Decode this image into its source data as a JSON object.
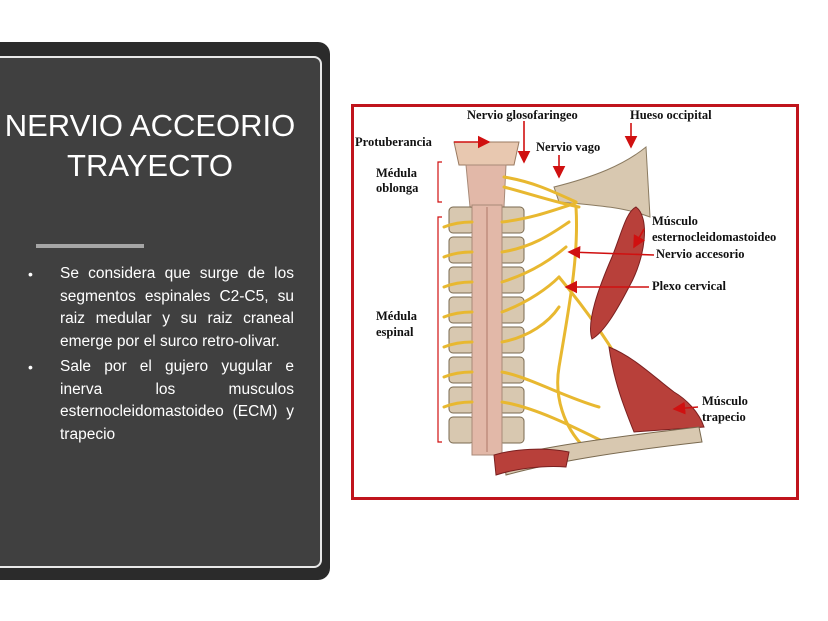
{
  "slide": {
    "title_line1": "NERVIO ACCEORIO",
    "title_line2": "TRAYECTO",
    "bullets": [
      "Se considera que surge de los segmentos espinales C2-C5, su raiz medular y su raiz craneal emerge por el surco retro-olivar.",
      "Sale por el gujero yugular e inerva los musculos esternocleidomastoideo (ECM) y trapecio"
    ],
    "bullet_marker": "•"
  },
  "figure": {
    "labels": {
      "glosofaringeo": "Nervio glosofaringeo",
      "occipital": "Hueso occipital",
      "protuberancia": "Protuberancia",
      "vago": "Nervio vago",
      "medula_oblonga_1": "Médula",
      "medula_oblonga_2": "oblonga",
      "musculo_ecm_1": "Músculo",
      "musculo_ecm_2": "esternocleidomastoideo",
      "accesorio": "Nervio accesorio",
      "plexo": "Plexo cervical",
      "medula_espinal_1": "Médula",
      "medula_espinal_2": "espinal",
      "trapecio_1": "Músculo",
      "trapecio_2": "trapecio"
    },
    "colors": {
      "frame": "#c0141c",
      "arrow": "#d01010",
      "nerve": "#e8b830",
      "muscle": "#b8403a",
      "bone": "#d8c8b0",
      "cord": "#e2b8a8"
    }
  }
}
